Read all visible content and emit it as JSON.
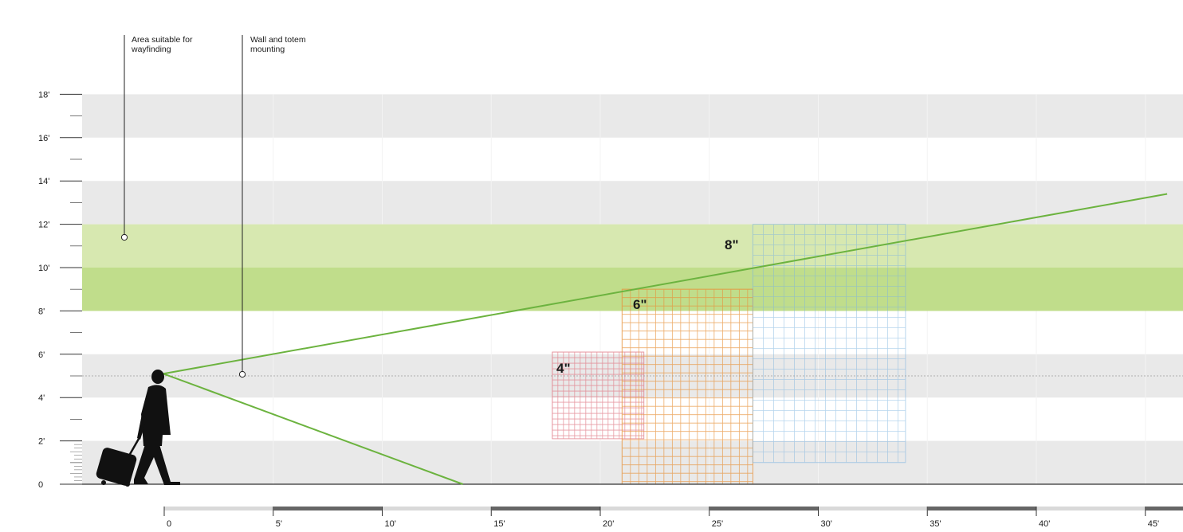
{
  "annotations": {
    "wayfinding": [
      "Area suitable for",
      "wayfinding"
    ],
    "mounting": [
      "Wall and totem",
      "mounting"
    ]
  },
  "height_axis": {
    "ticks": [
      {
        "value": 0,
        "label": "0"
      },
      {
        "value": 2,
        "label": "2'"
      },
      {
        "value": 4,
        "label": "4'"
      },
      {
        "value": 6,
        "label": "6'"
      },
      {
        "value": 8,
        "label": "8'"
      },
      {
        "value": 10,
        "label": "10'"
      },
      {
        "value": 12,
        "label": "12'"
      },
      {
        "value": 14,
        "label": "14'"
      },
      {
        "value": 16,
        "label": "16'"
      },
      {
        "value": 18,
        "label": "18'"
      }
    ]
  },
  "distance_axis": {
    "ticks": [
      {
        "value": 0,
        "label": "0"
      },
      {
        "value": 5,
        "label": "5'"
      },
      {
        "value": 10,
        "label": "10'"
      },
      {
        "value": 15,
        "label": "15'"
      },
      {
        "value": 20,
        "label": "20'"
      },
      {
        "value": 25,
        "label": "25'"
      },
      {
        "value": 30,
        "label": "30'"
      },
      {
        "value": 35,
        "label": "35'"
      },
      {
        "value": 40,
        "label": "40'"
      },
      {
        "value": 45,
        "label": "45'"
      }
    ]
  },
  "zones": {
    "wayfinding_range": [
      8,
      12
    ],
    "mounting_range": [
      8,
      10
    ],
    "eye_level": 5
  },
  "sight_lines": {
    "upper_end": [
      46,
      13.4
    ],
    "lower_end": [
      13.7,
      0
    ]
  },
  "letter_heights": [
    {
      "label": "4\"",
      "x_range": [
        17.8,
        22
      ],
      "y_range": [
        2.1,
        6.1
      ],
      "color": "#e07a86",
      "weight": 3
    },
    {
      "label": "6\"",
      "x_range": [
        21,
        27
      ],
      "y_range": [
        0,
        9
      ],
      "color": "#e8923a",
      "weight": 3
    },
    {
      "label": "8\"",
      "x_range": [
        27,
        34
      ],
      "y_range": [
        1,
        12
      ],
      "color": "#7db3e0",
      "weight": 2
    }
  ],
  "colors": {
    "band_gray": "#e9e9e9",
    "green_light": "#d7e8b0",
    "green_dark": "#bcdb85",
    "line_green": "#6cb33f",
    "text": "#1a1a1a"
  }
}
